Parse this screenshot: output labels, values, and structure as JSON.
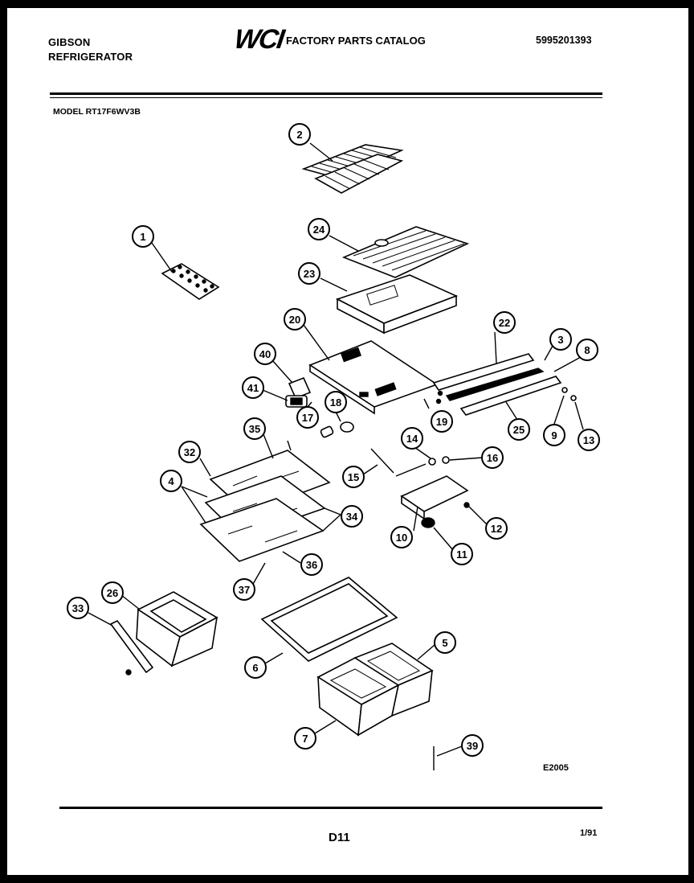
{
  "header": {
    "brand_line1": "GIBSON",
    "brand_line2": "REFRIGERATOR",
    "logo": "WCI",
    "catalog_title": "FACTORY PARTS CATALOG",
    "catalog_number": "5995201393",
    "model_label": "MODEL RT17F6WV3B"
  },
  "callouts": [
    "1",
    "2",
    "3",
    "4",
    "5",
    "6",
    "7",
    "8",
    "9",
    "10",
    "11",
    "12",
    "13",
    "14",
    "15",
    "16",
    "17",
    "18",
    "19",
    "20",
    "22",
    "23",
    "24",
    "25",
    "26",
    "32",
    "33",
    "34",
    "35",
    "36",
    "37",
    "39",
    "40",
    "41"
  ],
  "footer": {
    "diagram_code": "E2005",
    "page_id": "D11",
    "date": "1/91"
  }
}
